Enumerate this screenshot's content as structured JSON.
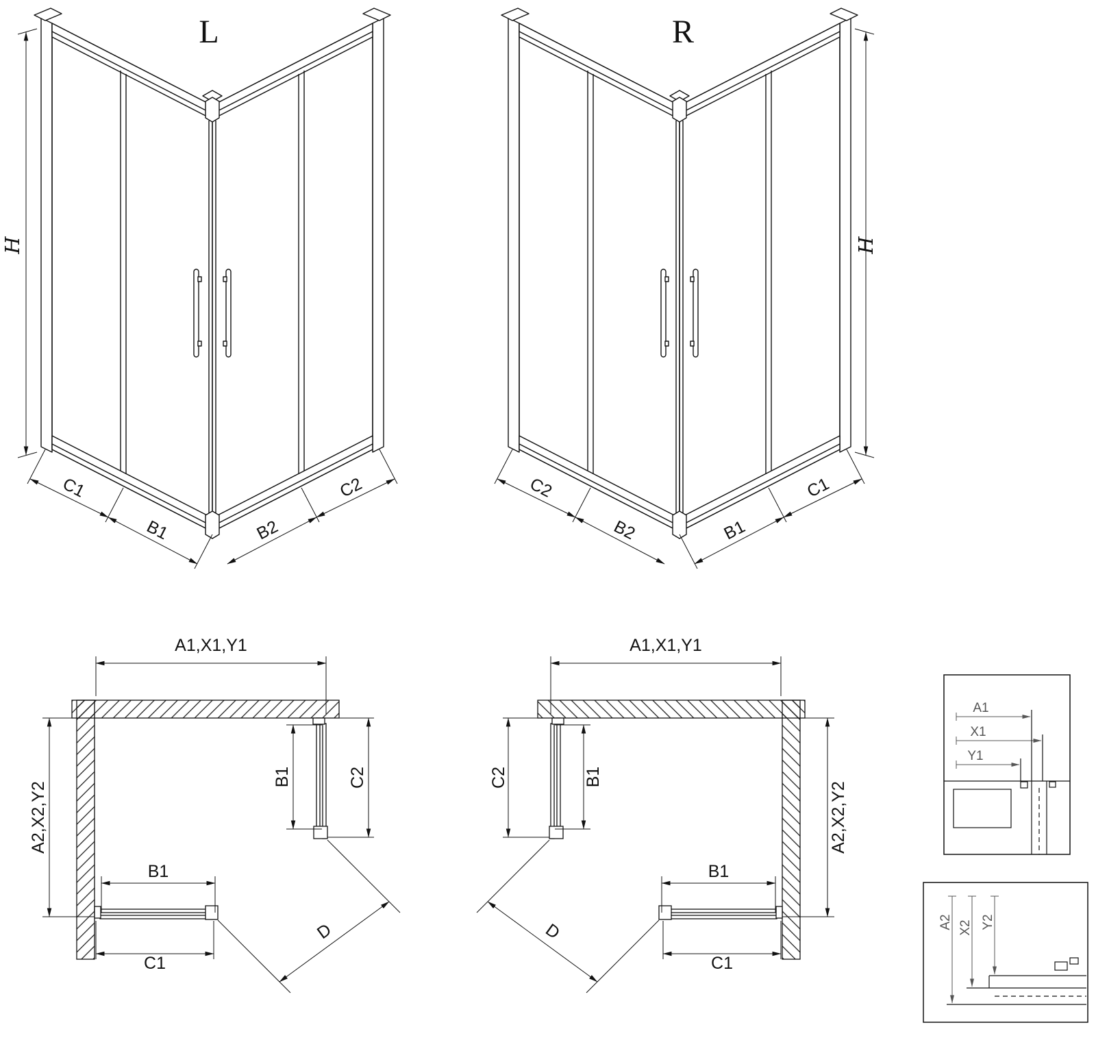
{
  "labels": {
    "variant_left": "L",
    "variant_right": "R",
    "h": "H",
    "c1": "C1",
    "b1": "B1",
    "b2": "B2",
    "c2": "C2",
    "d": "D",
    "a1x1y1": "A1,X1,Y1",
    "a2x2y2": "A2,X2,Y2",
    "a1": "A1",
    "x1": "X1",
    "y1": "Y1",
    "a2": "A2",
    "x2": "X2",
    "y2": "Y2"
  },
  "colors": {
    "line": "#111111",
    "detail_line": "#555555",
    "background": "#ffffff"
  }
}
